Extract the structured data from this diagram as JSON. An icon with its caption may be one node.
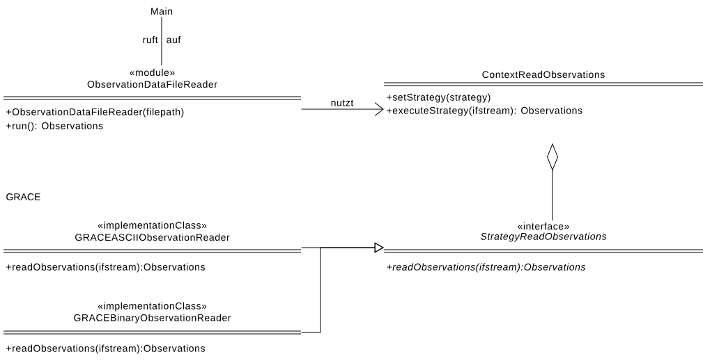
{
  "diagram": {
    "nodes": [
      {
        "text": [
          "Main"
        ]
      },
      {
        "text": [
          "«module»",
          "ObservationDataFileReader",
          "+ObservationDataFileReader(filepath)",
          "+run(): Observations"
        ]
      },
      {
        "text": [
          "ContextReadObservations",
          "+setStrategy(strategy)",
          "+executeStrategy(ifstream): Observations"
        ]
      },
      {
        "text": [
          "«implementationClass»",
          "GRACEASCIIObservationReader",
          "+readObservations(ifstream):Observations"
        ]
      },
      {
        "text": [
          "«interface»",
          "StrategyReadObservations",
          "+readObservations(ifstream):Observations"
        ]
      },
      {
        "text": [
          "«implementationClass»",
          "GRACEBinaryObservationReader",
          "+readObservations(ifstream):Observations"
        ]
      }
    ],
    "edges": [
      {
        "from": 0,
        "to": 1,
        "arrow": "none",
        "label": "ruft auf"
      },
      {
        "from": 1,
        "to": 2,
        "arrow": "to",
        "label": "nutzt"
      },
      {
        "from": 2,
        "to": 4,
        "arrow": "other"
      },
      {
        "from": 3,
        "to": 4,
        "arrow": "to"
      },
      {
        "from": 5,
        "to": 4,
        "arrow": "to"
      }
    ],
    "labels": [
      "GRACE"
    ]
  }
}
